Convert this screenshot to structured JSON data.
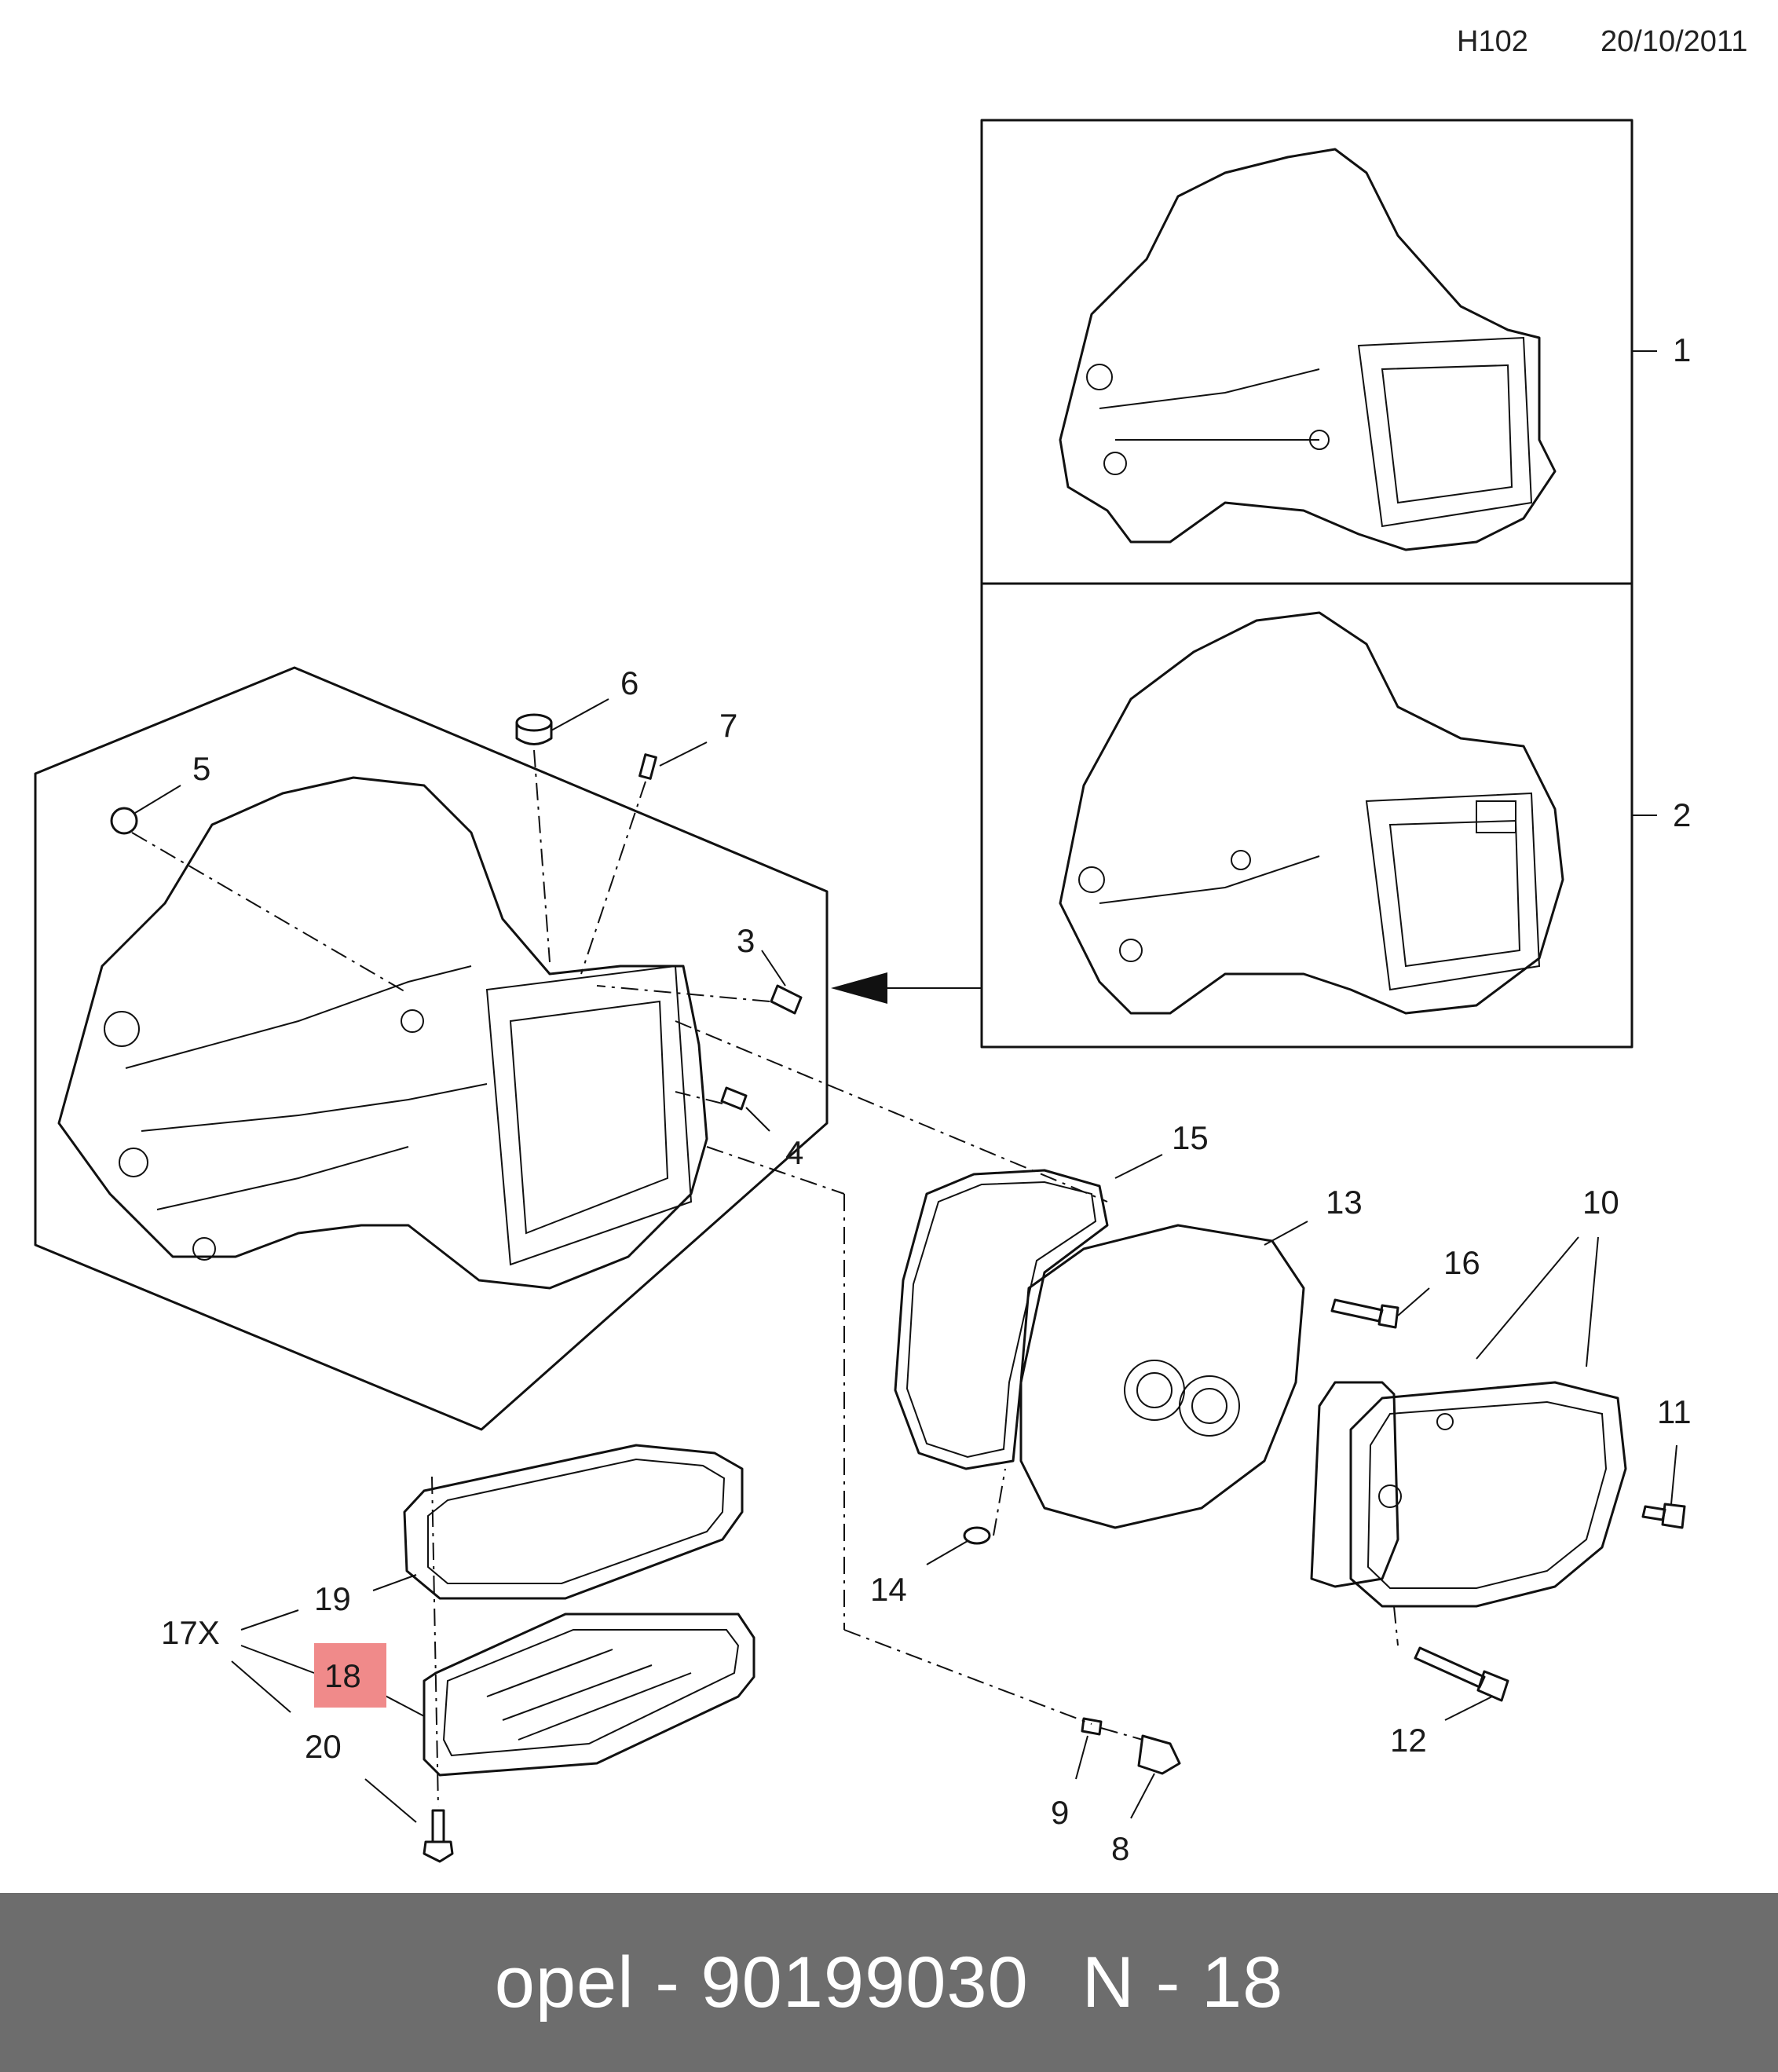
{
  "header": {
    "code": "H102",
    "date": "20/10/2011"
  },
  "callouts": {
    "c1": "1",
    "c2": "2",
    "c3": "3",
    "c4": "4",
    "c5": "5",
    "c6": "6",
    "c7": "7",
    "c8": "8",
    "c9": "9",
    "c10": "10",
    "c11": "11",
    "c12": "12",
    "c13": "13",
    "c14": "14",
    "c15": "15",
    "c16": "16",
    "c17x": "17X",
    "c18": "18",
    "c19": "19",
    "c20": "20"
  },
  "highlight": {
    "part": "18",
    "color": "#f08a8a"
  },
  "footer": {
    "brand_part": "opel - 90199030",
    "ref": "N - 18"
  }
}
